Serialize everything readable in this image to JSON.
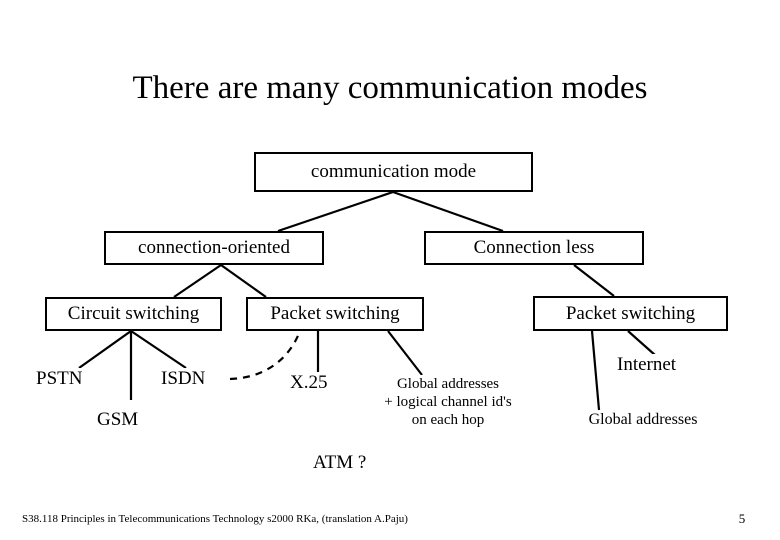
{
  "slide": {
    "title": "There are many communication modes",
    "background_color": "#ffffff",
    "line_color": "#000000",
    "text_color": "#000000"
  },
  "diagram": {
    "root": {
      "label": "communication mode"
    },
    "level2": [
      {
        "label": "connection-oriented"
      },
      {
        "label": "Connection less"
      }
    ],
    "level3": [
      {
        "label": "Circuit switching"
      },
      {
        "label": "Packet switching"
      },
      {
        "label": "Packet switching"
      }
    ],
    "leaves": [
      {
        "label": "PSTN"
      },
      {
        "label": "ISDN"
      },
      {
        "label": "GSM"
      },
      {
        "label": "X.25"
      },
      {
        "label": "Internet"
      },
      {
        "label": "ATM ?"
      }
    ],
    "notes": [
      {
        "label": "Global addresses\n+ logical channel id's\non each hop"
      },
      {
        "label": "Global addresses"
      }
    ]
  },
  "footer": {
    "credit": "S38.118 Principles in Telecommunications Technology s2000 RKa, (translation A.Paju)",
    "page_number": "5"
  }
}
